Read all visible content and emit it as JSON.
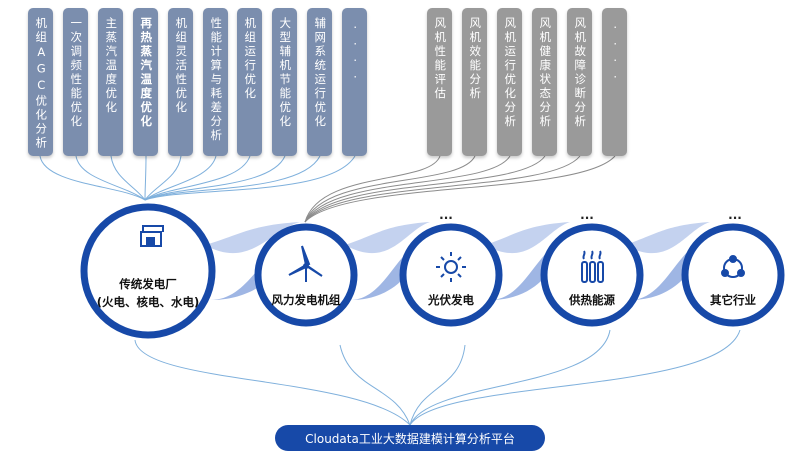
{
  "thermal_cards": [
    "机组AGC优化分析",
    "一次调频性能优化",
    "主蒸汽温度优化",
    "再热蒸汽温度优化",
    "机组灵活性优化",
    "性能计算与耗差分析",
    "机组运行优化",
    "大型辅机节能优化",
    "辅网系统运行优化",
    "...."
  ],
  "wind_cards": [
    "风机性能评估",
    "风机效能分析",
    "风机运行优化分析",
    "风机健康状态分析",
    "风机故障诊断分析",
    "...."
  ],
  "sectors": {
    "thermal": {
      "title": "传统发电厂",
      "subtitle": "(火电、核电、水电)"
    },
    "wind": {
      "title": "风力发电机组"
    },
    "solar": {
      "title": "光伏发电",
      "more": "..."
    },
    "heating": {
      "title": "供热能源",
      "more": "..."
    },
    "other": {
      "title": "其它行业",
      "more": "..."
    }
  },
  "platform_label": "Cloudata工业大数据建模计算分析平台",
  "colors": {
    "dark_blue": "#1749a8",
    "card_blue": "#7b8eae",
    "card_gray": "#9a9a9a",
    "line_blue": "#7fb0dc",
    "line_gray": "#8c8c8c"
  },
  "icons": [
    "factory-icon",
    "wind-turbine-icon",
    "solar-icon",
    "heater-icon",
    "network-cycle-icon"
  ]
}
